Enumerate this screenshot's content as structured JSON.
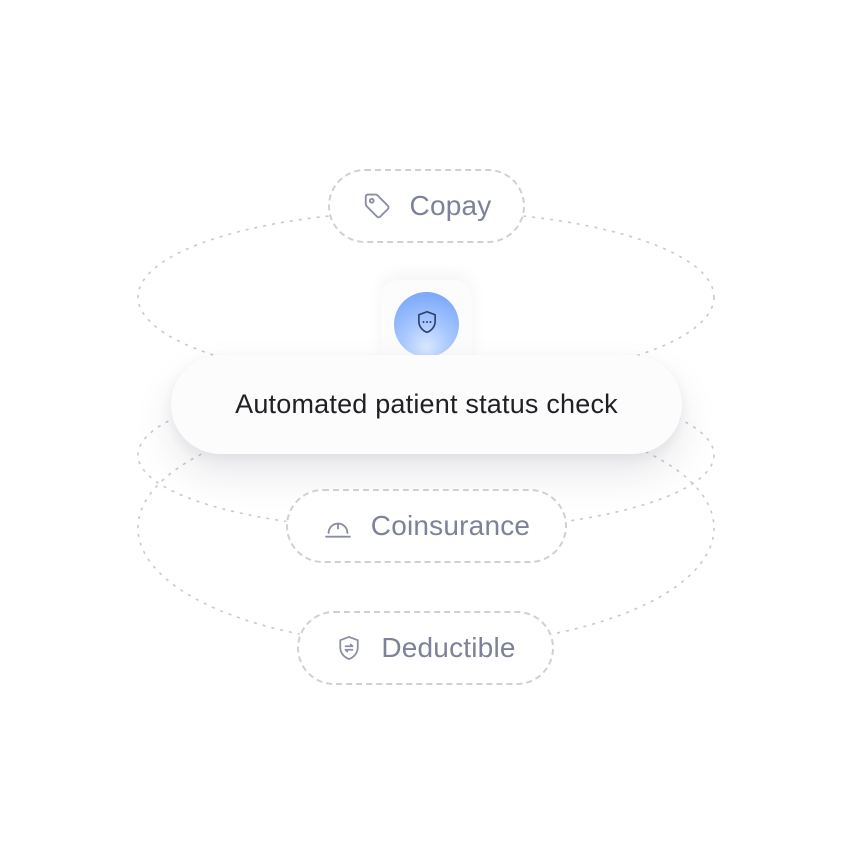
{
  "diagram": {
    "center": {
      "label": "Automated patient status check",
      "icon": "shield-dots-icon",
      "badge_color": "#7aa7f9"
    },
    "chips": [
      {
        "label": "Copay",
        "icon": "tag-icon"
      },
      {
        "label": "Coinsurance",
        "icon": "gauge-icon"
      },
      {
        "label": "Deductible",
        "icon": "shield-exchange-icon"
      }
    ],
    "colors": {
      "chip_text": "#7d8199",
      "chip_border": "#cfcfd6",
      "orbit_line": "#c8c8cf",
      "center_text": "#1f1f25"
    }
  }
}
